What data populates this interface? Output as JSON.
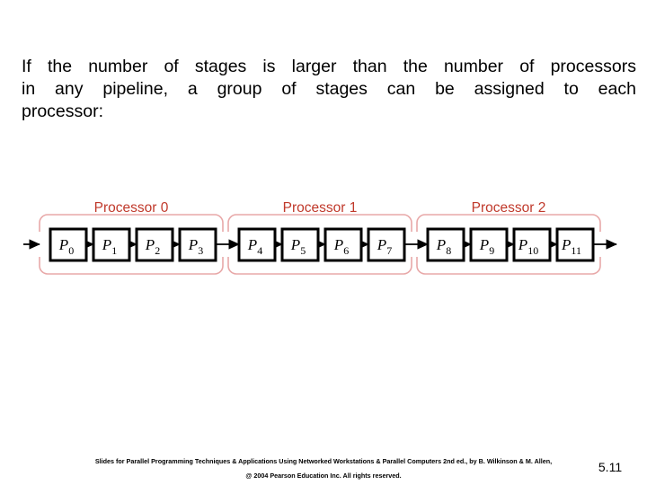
{
  "slide": {
    "body_lines": [
      "If the number of stages is larger than the number of processors",
      "in any pipeline, a group of stages can be assigned to each",
      "processor:"
    ]
  },
  "diagram": {
    "type": "pipeline-stage-grouping",
    "label_color": "#c0392b",
    "bracket_color": "#e8a8a8",
    "box_stroke_color": "#000000",
    "groups": [
      {
        "label": "Processor 0",
        "stages": [
          {
            "base": "P",
            "sub": "0"
          },
          {
            "base": "P",
            "sub": "1"
          },
          {
            "base": "P",
            "sub": "2"
          },
          {
            "base": "P",
            "sub": "3"
          }
        ]
      },
      {
        "label": "Processor 1",
        "stages": [
          {
            "base": "P",
            "sub": "4"
          },
          {
            "base": "P",
            "sub": "5"
          },
          {
            "base": "P",
            "sub": "6"
          },
          {
            "base": "P",
            "sub": "7"
          }
        ]
      },
      {
        "label": "Processor 2",
        "stages": [
          {
            "base": "P",
            "sub": "8"
          },
          {
            "base": "P",
            "sub": "9"
          },
          {
            "base": "P",
            "sub": "10"
          },
          {
            "base": "P",
            "sub": "11"
          }
        ]
      }
    ]
  },
  "footer": {
    "line1": "Slides for Parallel Programming Techniques & Applications Using Networked Workstations & Parallel Computers 2nd ed., by B. Wilkinson & M. Allen,",
    "line2": "@ 2004 Pearson Education Inc. All rights reserved.",
    "page_number": "5.11"
  }
}
